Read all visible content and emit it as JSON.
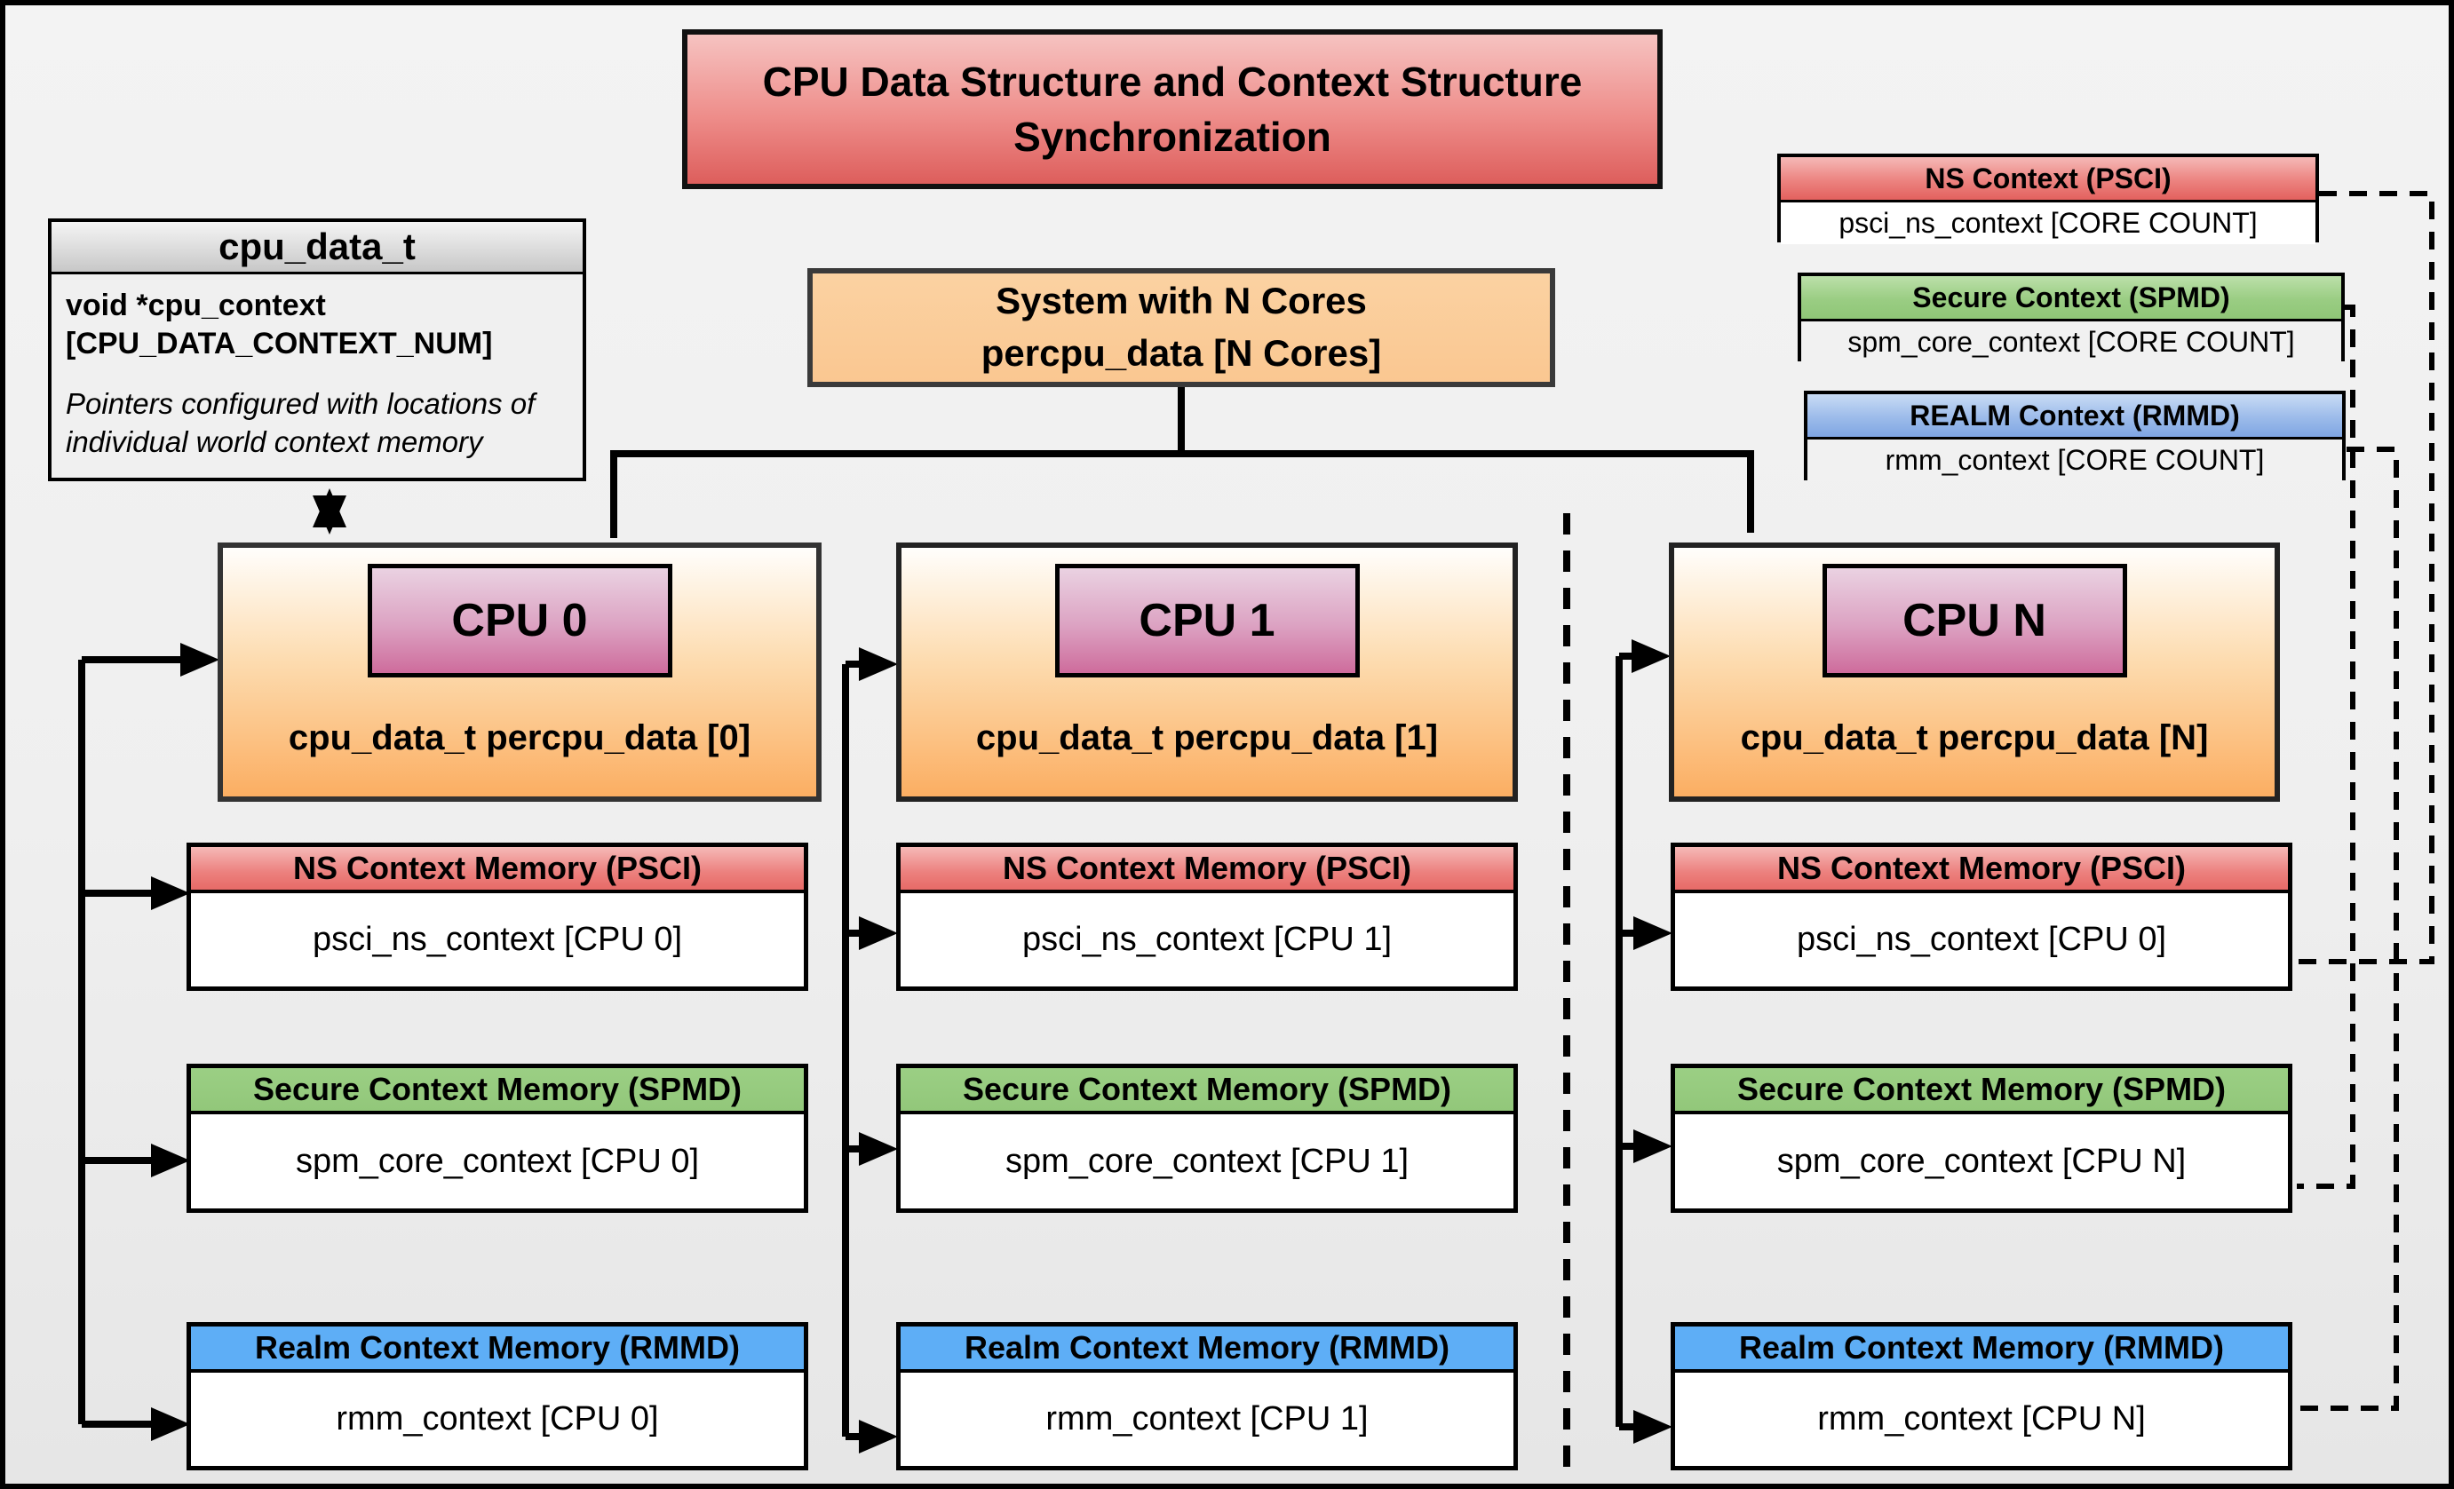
{
  "title": "CPU Data Structure and Context Structure Synchronization",
  "cpu_data_struct": {
    "header": "cpu_data_t",
    "field": "void *cpu_context [CPU_DATA_CONTEXT_NUM]",
    "note": "Pointers configured with locations of individual world context memory"
  },
  "system_box": {
    "line1": "System with N Cores",
    "line2": "percpu_data [N Cores]"
  },
  "legend": {
    "ns": {
      "header": "NS Context  (PSCI)",
      "body": "psci_ns_context [CORE COUNT]"
    },
    "secure": {
      "header": "Secure Context (SPMD)",
      "body": "spm_core_context [CORE COUNT]"
    },
    "realm": {
      "header": "REALM Context (RMMD)",
      "body": "rmm_context [CORE COUNT]"
    }
  },
  "cpus": [
    {
      "label": "CPU 0",
      "data_line": "cpu_data_t percpu_data [0]",
      "ns_header": "NS Context Memory (PSCI)",
      "ns_body": "psci_ns_context [CPU 0]",
      "secure_header": "Secure Context Memory (SPMD)",
      "secure_body": "spm_core_context [CPU 0]",
      "realm_header": "Realm Context Memory (RMMD)",
      "realm_body": "rmm_context [CPU 0]"
    },
    {
      "label": "CPU 1",
      "data_line": "cpu_data_t percpu_data [1]",
      "ns_header": "NS Context Memory (PSCI)",
      "ns_body": "psci_ns_context [CPU 1]",
      "secure_header": "Secure Context Memory (SPMD)",
      "secure_body": "spm_core_context [CPU 1]",
      "realm_header": "Realm Context Memory (RMMD)",
      "realm_body": "rmm_context [CPU 1]"
    },
    {
      "label": "CPU N",
      "data_line": "cpu_data_t percpu_data [N]",
      "ns_header": "NS Context Memory (PSCI)",
      "ns_body": "psci_ns_context [CPU 0]",
      "secure_header": "Secure Context Memory (SPMD)",
      "secure_body": "spm_core_context [CPU N]",
      "realm_header": "Realm Context Memory (RMMD)",
      "realm_body": "rmm_context [CPU N]"
    }
  ],
  "colors": {
    "title_red": "#DD5E5C",
    "ns_red": "#E76A67",
    "secure_green": "#92C77A",
    "realm_blue": "#5EAEF6",
    "system_orange": "#FAC791",
    "cpu_orange": "#FBAE62",
    "cpu_pink": "#CE6C9C",
    "struct_gray": "#C7C7C7"
  }
}
